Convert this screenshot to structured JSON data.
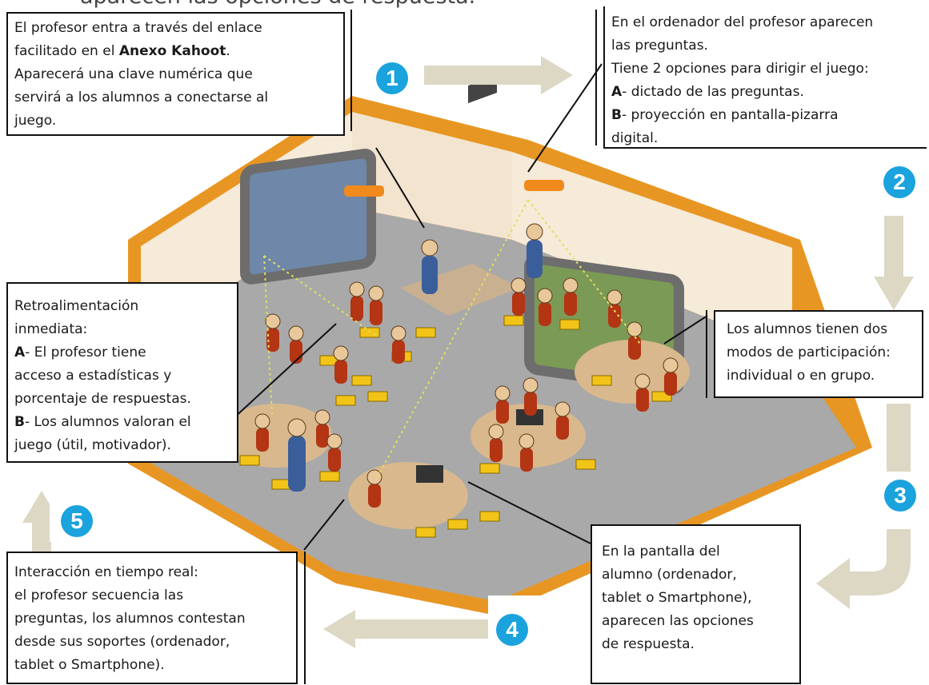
{
  "header_fragment": "aparecen las opciones de respuesta.",
  "steps": [
    {
      "number": "1"
    },
    {
      "number": "2"
    },
    {
      "number": "3"
    },
    {
      "number": "4"
    },
    {
      "number": "5"
    }
  ],
  "box1": {
    "l1": "El profesor entra a través del enlace",
    "l2_pre": "facilitado en el ",
    "l2_bold": "Anexo Kahoot",
    "l2_post": ".",
    "l3": "Aparecerá una clave numérica que",
    "l4": "servirá a los alumnos a conectarse al",
    "l5": "juego."
  },
  "box2": {
    "l1": "En el ordenador del profesor aparecen",
    "l2": "las preguntas.",
    "l3": "Tiene 2 opciones para dirigir el juego:",
    "l4_bold": "A",
    "l4": "- dictado de las preguntas.",
    "l5_bold": "B",
    "l5": "- proyección en pantalla-pizarra",
    "l6": "digital."
  },
  "box3": {
    "l1": "Los alumnos tienen dos",
    "l2": "modos de participación:",
    "l3": "individual o en grupo."
  },
  "box4": {
    "l1": "En la pantalla del",
    "l2": "alumno (ordenador,",
    "l3": "tablet o Smartphone),",
    "l4": "aparecen las opciones",
    "l5": "de respuesta."
  },
  "box5": {
    "l1": "Interacción en tiempo real:",
    "l2": "el profesor secuencia las",
    "l3": "preguntas, los alumnos contestan",
    "l4": "desde sus soportes (ordenador,",
    "l5": "tablet o Smartphone)."
  },
  "box6": {
    "l1": "Retroalimentación",
    "l2": "inmediata:",
    "l3_bold": "A",
    "l3": "- El profesor tiene",
    "l4": "acceso a estadísticas y",
    "l5": "porcentaje de respuestas.",
    "l6_bold": "B",
    "l6": "- Los alumnos valoran el",
    "l7": "juego (útil, motivador)."
  },
  "colors": {
    "badge": "#1aa3dd",
    "arrow": "#ddd8c4",
    "room_border": "#e89623",
    "room_wall": "#f6ead8",
    "floor": "#a8a8a8",
    "table": "#d8b88c",
    "chair": "#f2c418",
    "student_body": "#b33513",
    "skin": "#e8c79a",
    "board_frame": "#888888",
    "board_accent": "#f08a1c"
  }
}
